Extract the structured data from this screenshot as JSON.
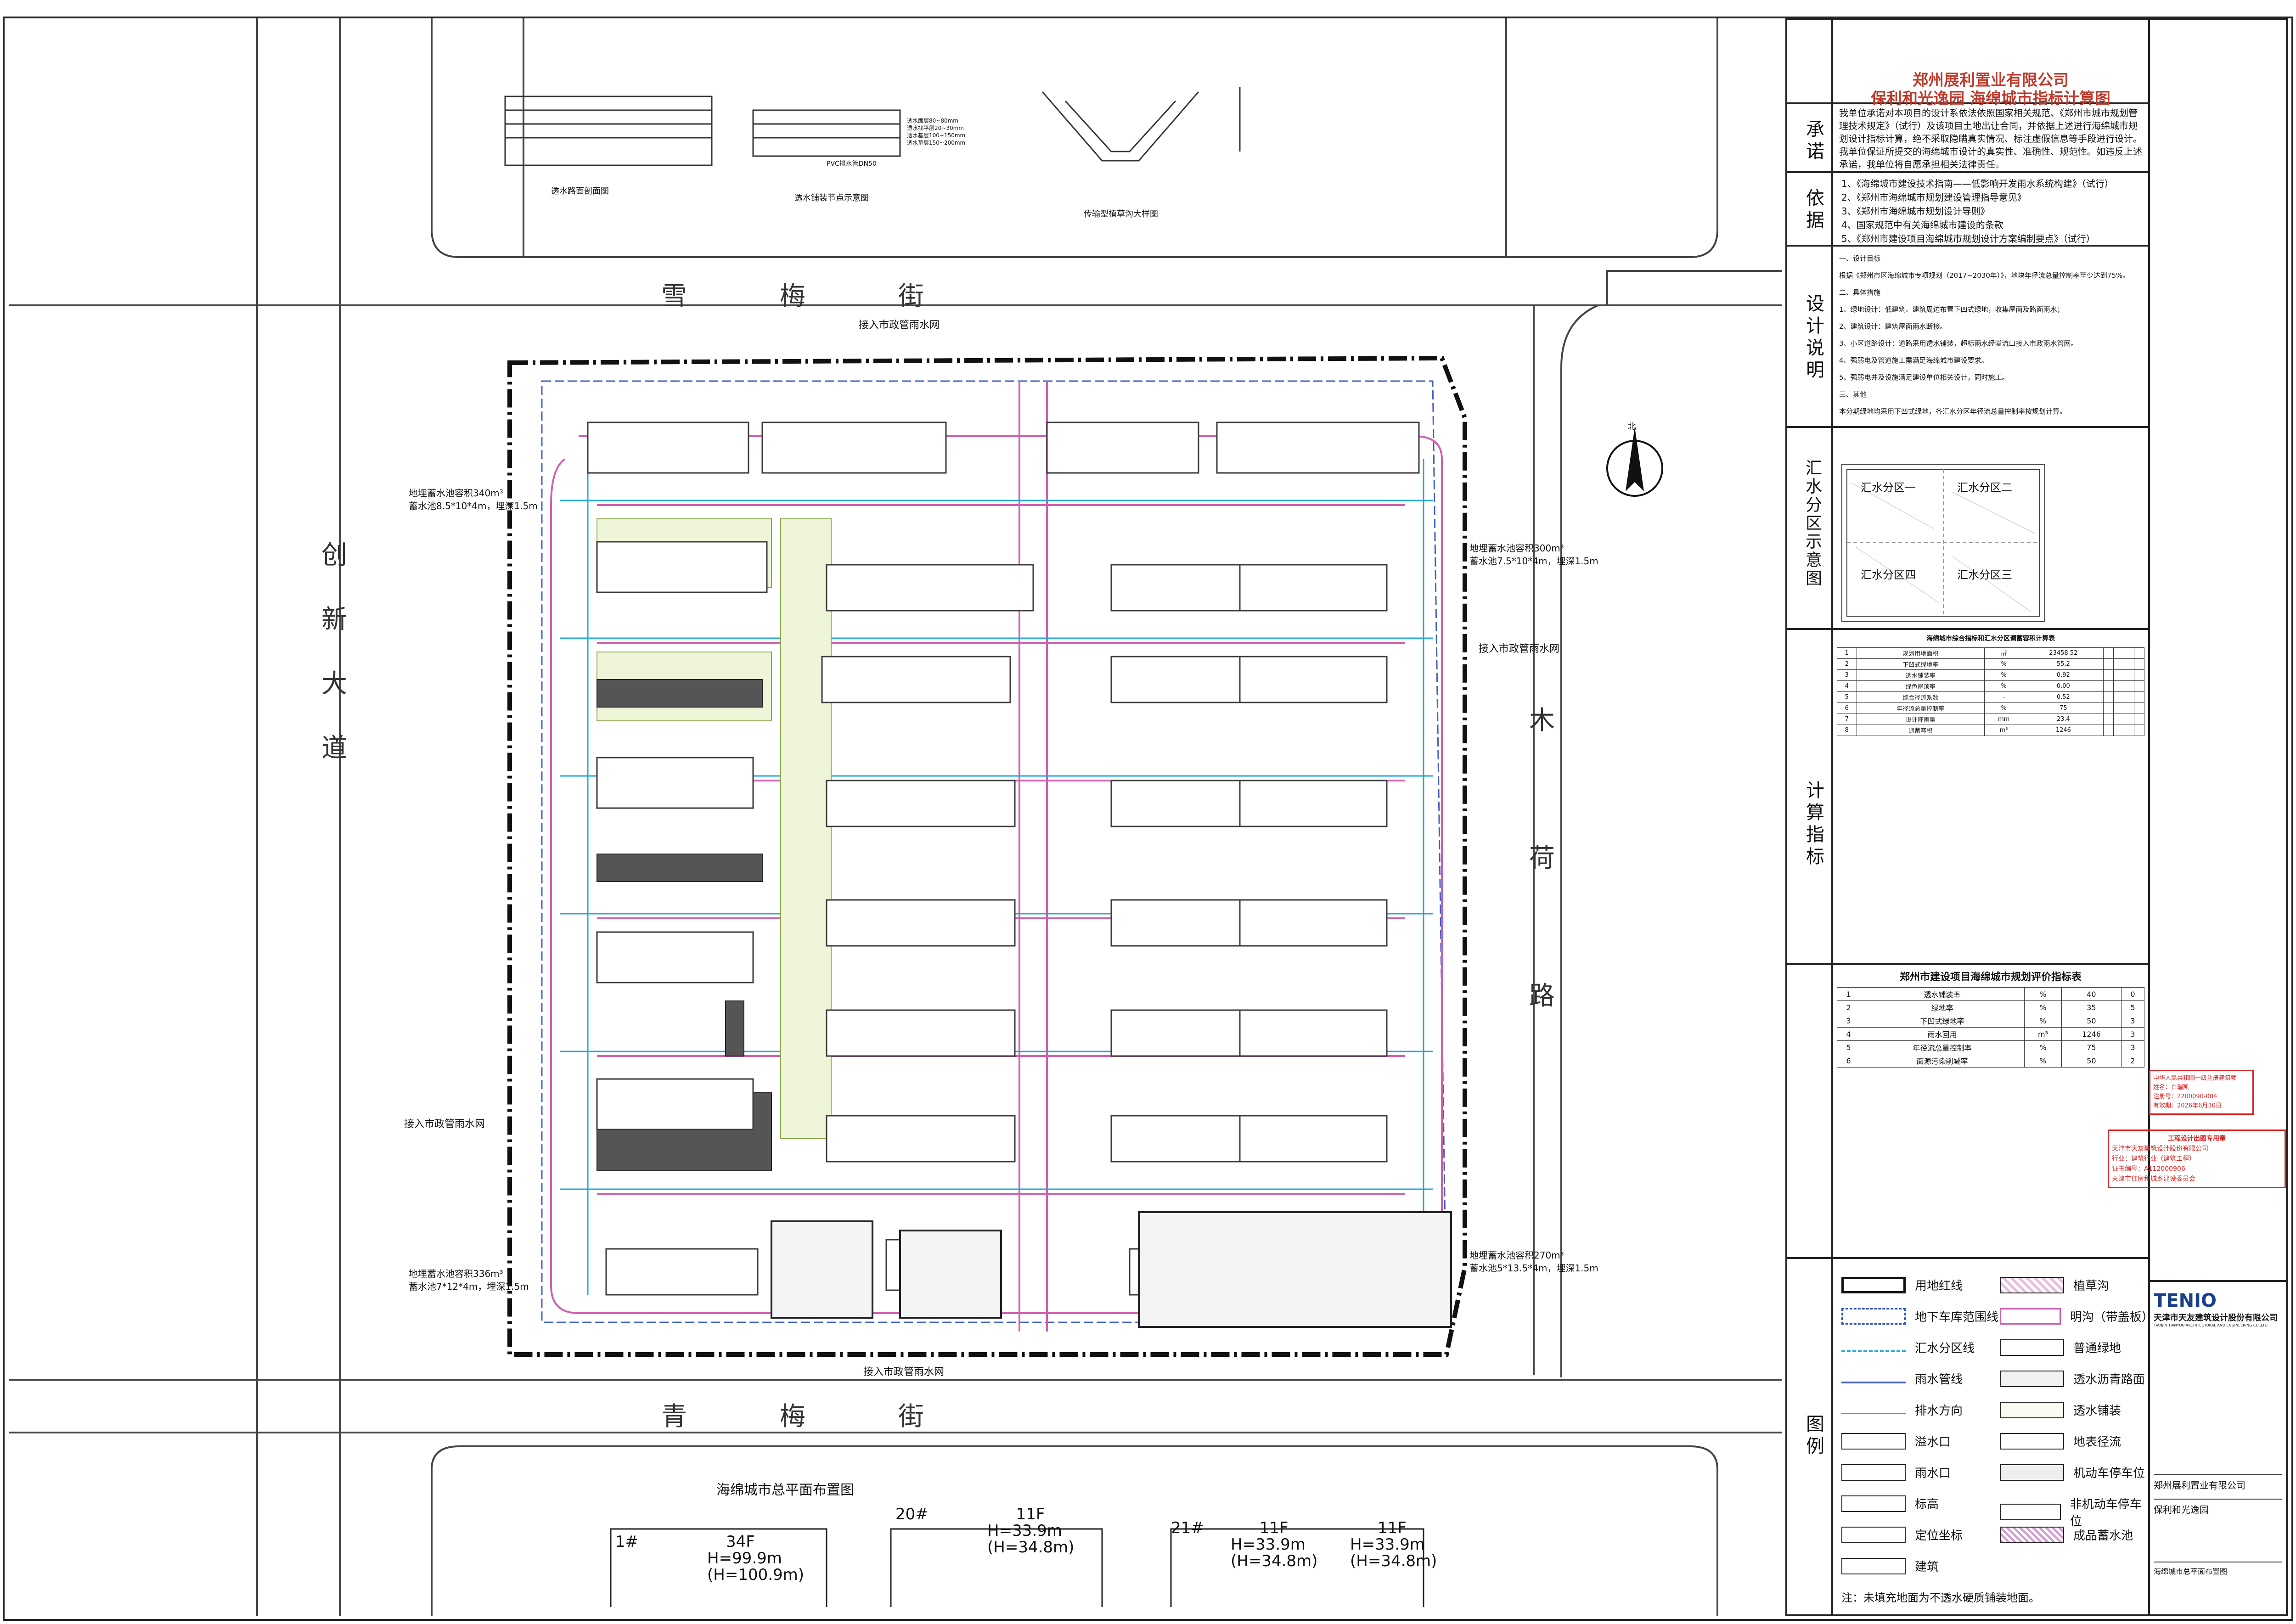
{
  "streets": {
    "north": "雪　　梅　　街",
    "south": "青　　梅　　街",
    "west": [
      "创",
      "新",
      "大",
      "道"
    ],
    "east": [
      "木",
      "荷",
      "路"
    ]
  },
  "details": {
    "permeable_road_title": "透水路面剖面图",
    "permeable_paving_title": "透水铺装节点示意图",
    "swale_title": "传输型植草沟大样图",
    "pvc_label": "PVC排水管DN50",
    "layers": [
      "透水面层80~80mm",
      "透水找平层20~30mm",
      "透水基层100~150mm",
      "透水垫层150~200mm"
    ]
  },
  "site": {
    "north_label": "北",
    "total_plan_title": "海绵城市总平面布置图",
    "pipe_labels": [
      "接入市政管雨水网",
      "接入市政管雨水网",
      "接入市政管雨水网",
      "接入市政管雨水网"
    ],
    "tanks": [
      {
        "name": "地埋蓄水池容积340m³",
        "size": "蓄水池8.5*10*4m，埋深1.5m"
      },
      {
        "name": "地埋蓄水池容积300m³",
        "size": "蓄水池7.5*10*4m，埋深1.5m"
      },
      {
        "name": "地埋蓄水池容积336m³",
        "size": "蓄水池7*12*4m，埋深1.5m"
      },
      {
        "name": "地埋蓄水池容积270m³",
        "size": "蓄水池5*13.5*4m，埋深1.5m"
      }
    ]
  },
  "elevations": [
    {
      "tag": "1#",
      "floors": "34F",
      "h1": "H=99.9m",
      "h2": "(H=100.9m)"
    },
    {
      "tag": "20#",
      "floors": "11F",
      "h1": "H=33.9m",
      "h2": "(H=34.8m)"
    },
    {
      "tag": "21#",
      "floors": "11F",
      "h1": "H=33.9m",
      "h2": "(H=34.8m)"
    },
    {
      "tag": "",
      "floors": "11F",
      "h1": "H=33.9m",
      "h2": "(H=34.8m)"
    }
  ],
  "right": {
    "company": "郑州展利置业有限公司",
    "title": "保利和光逸园 海绵城市指标计算图",
    "promise_label": "承诺",
    "promise_text": "我单位承诺对本项目的设计系依法依照国家相关规范、《郑州市城市规划管理技术规定》（试行）及该项目土地出让合同，并依据上述进行海绵城市规划设计指标计算，绝不采取隐瞒真实情况、标注虚假信息等手段进行设计。我单位保证所提交的海绵城市设计的真实性、准确性、规范性。如违反上述承诺，我单位将自愿承担相关法律责任。",
    "basis_label": "依据",
    "basis": [
      "1、《海绵城市建设技术指南——低影响开发雨水系统构建》（试行）",
      "2、《郑州市海绵城市规划建设管理指导意见》",
      "3、《郑州市海绵城市规划设计导则》",
      "4、国家规范中有关海绵城市建设的条款",
      "5、《郑州市建设项目海绵城市规划设计方案编制要点》（试行）"
    ],
    "design_label": "设计说明",
    "design_text": [
      "一、设计目标",
      "根据《郑州市区海绵城市专项规划（2017~2030年）》，地块年径流总量控制率至少达到75%。",
      "二、具体措施",
      "1、绿地设计：低建筑、建筑周边布置下凹式绿地，收集屋面及路面雨水；",
      "2、建筑设计：建筑屋面雨水断接。",
      "3、小区道路设计：道路采用透水铺装，超标雨水经溢流口接入市政雨水管网。",
      "4、强弱电及管道施工需满足海绵城市建设要求。",
      "5、强弱电井及设施满足建设单位相关设计，同时施工。",
      "三、其他",
      "本分期绿地均采用下凹式绿地，各汇水分区年径流总量控制率按规划计算。"
    ],
    "catchment_label": "汇水分区示意图",
    "catchments": [
      "汇水分区一",
      "汇水分区二",
      "汇水分区四",
      "汇水分区三"
    ],
    "calc_label": "计算指标",
    "calc_title": "海绵城市综合指标和汇水分区调蓄容积计算表",
    "calc_rows": [
      [
        "1",
        "规划用地面积",
        "㎡",
        "23458.52",
        "",
        "",
        "",
        ""
      ],
      [
        "2",
        "下凹式绿地率",
        "%",
        "55.2",
        "",
        "",
        "",
        ""
      ],
      [
        "3",
        "透水铺装率",
        "%",
        "0.92",
        "",
        "",
        "",
        ""
      ],
      [
        "4",
        "绿色屋顶率",
        "%",
        "0.00",
        "",
        "",
        "",
        ""
      ],
      [
        "5",
        "综合径流系数",
        "-",
        "0.52",
        "",
        "",
        "",
        ""
      ],
      [
        "6",
        "年径流总量控制率",
        "%",
        "75",
        "",
        "",
        "",
        ""
      ],
      [
        "7",
        "设计降雨量",
        "mm",
        "23.4",
        "",
        "",
        "",
        ""
      ],
      [
        "8",
        "调蓄容积",
        "m³",
        "1246",
        "",
        "",
        "",
        ""
      ]
    ],
    "eval_title": "郑州市建设项目海绵城市规划评价指标表",
    "eval_rows": [
      [
        "1",
        "透水铺装率",
        "%",
        "40",
        "0"
      ],
      [
        "2",
        "绿地率",
        "%",
        "35",
        "5"
      ],
      [
        "3",
        "下凹式绿地率",
        "%",
        "50",
        "3"
      ],
      [
        "4",
        "雨水回用",
        "m³",
        "1246",
        "3"
      ],
      [
        "5",
        "年径流总量控制率",
        "%",
        "75",
        "3"
      ],
      [
        "6",
        "面源污染削减率",
        "%",
        "50",
        "2"
      ]
    ],
    "legend_label": "图例",
    "legend": [
      {
        "sym": "redline",
        "text": "用地红线"
      },
      {
        "sym": "swale",
        "text": "植草沟"
      },
      {
        "sym": "basement",
        "text": "地下车库范围线"
      },
      {
        "sym": "channel",
        "text": "明沟（带盖板）"
      },
      {
        "sym": "zone",
        "text": "汇水分区线"
      },
      {
        "sym": "green",
        "text": "普通绿地"
      },
      {
        "sym": "rainpipe",
        "text": "雨水管线"
      },
      {
        "sym": "asphalt",
        "text": "透水沥青路面"
      },
      {
        "sym": "flow",
        "text": "排水方向"
      },
      {
        "sym": "paving",
        "text": "透水铺装"
      },
      {
        "sym": "overflow",
        "text": "溢水口"
      },
      {
        "sym": "runoff",
        "text": "地表径流"
      },
      {
        "sym": "inlet",
        "text": "雨水口"
      },
      {
        "sym": "carpark",
        "text": "机动车停车位"
      },
      {
        "sym": "level",
        "text": "标高"
      },
      {
        "sym": "bike",
        "text": "非机动车停车位"
      },
      {
        "sym": "coord",
        "text": "定位坐标"
      },
      {
        "sym": "tank",
        "text": "成品蓄水池"
      },
      {
        "sym": "building",
        "text": "建筑"
      }
    ],
    "note": "注：未填充地面为不透水硬质铺装地面。",
    "stamp1": [
      "中华人民共和国一级注册建筑师",
      "姓名：白瑞凯",
      "注册号：2200090-004",
      "有效期：2026年6月30日"
    ],
    "stamp2": [
      "工程设计出图专用章",
      "天津市天友建筑设计股份有限公司",
      "行业：建筑行业（建筑工程）",
      "证书编号：A112000906",
      "天津市住房和城乡建设委员会"
    ],
    "firm_logo": "TENIO",
    "firm_name": "天津市天友建筑设计股份有限公司",
    "firm_name_en": "TIANJIN TIANYOU ARCHITECTURAL AND ENGINEERING CO.,LTD.",
    "tb_client": "郑州展利置业有限公司",
    "tb_project": "保利和光逸园",
    "tb_drawing": "海绵城市总平面布置图"
  }
}
